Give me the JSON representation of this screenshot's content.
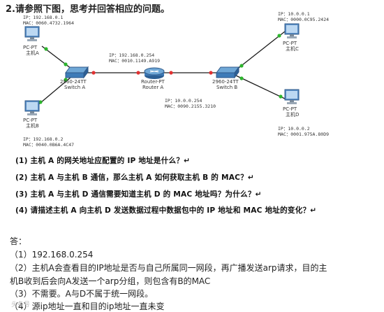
{
  "title": "2.请参照下图，思考并回答相应的问题。",
  "diagram": {
    "host_a": {
      "name": "PC-PT",
      "label": "主机A",
      "ip": "IP：192.168.0.1",
      "mac": "MAC：0060.4732.1964"
    },
    "host_b": {
      "name": "PC-PT",
      "label": "主机B",
      "ip": "IP：192.168.0.2",
      "mac": "MAC：0040.0B6A.4C47"
    },
    "host_c": {
      "name": "PC-PT",
      "label": "主机C",
      "ip": "IP：10.0.0.1",
      "mac": "MAC：0000.0C95.2424"
    },
    "host_d": {
      "name": "PC-PT",
      "label": "主机D",
      "ip": "IP：10.0.0.2",
      "mac": "MAC：0001.975A.80D9"
    },
    "switch_a": {
      "model": "2960-24TT",
      "label": "Switch A"
    },
    "switch_b": {
      "model": "2960-24TT",
      "label": "Switch B"
    },
    "router": {
      "model": "Router-PT",
      "label": "Router A",
      "if1_ip": "IP：192.168.0.254",
      "if1_mac": "MAC：0010.1149.A919",
      "if2_ip": "IP：10.0.0.254",
      "if2_mac": "MAC：0090.2155.3210"
    }
  },
  "questions": [
    "(1) 主机 A 的网关地址应配置的 IP 地址是什么？↵",
    "(2) 主机 A 与主机 B 通信，那么主机 A 如何获取主机 B 的 MAC？↵",
    "(3) 主机 A 与主机 D 通信需要知道主机 D 的 MAC 地址吗？为什么？↵",
    "(4) 请描述主机 A 向主机 D 发送数据过程中数据包中的 IP 地址和 MAC 地址的变化？↵"
  ],
  "answer_heading": "答：",
  "answers": [
    "（1）192.168.0.254",
    "（2）主机A会查看目的IP地址是否与自己所属同一网段，再广播发送arp请求，目的主",
    "机B收到后会向A发送一个arp分组，则包含有B的MAC",
    "（3）不需要。A与D不属于统一网段。",
    "（4）源ip地址一直和目的ip地址一直未变"
  ],
  "watermark": "头条号"
}
